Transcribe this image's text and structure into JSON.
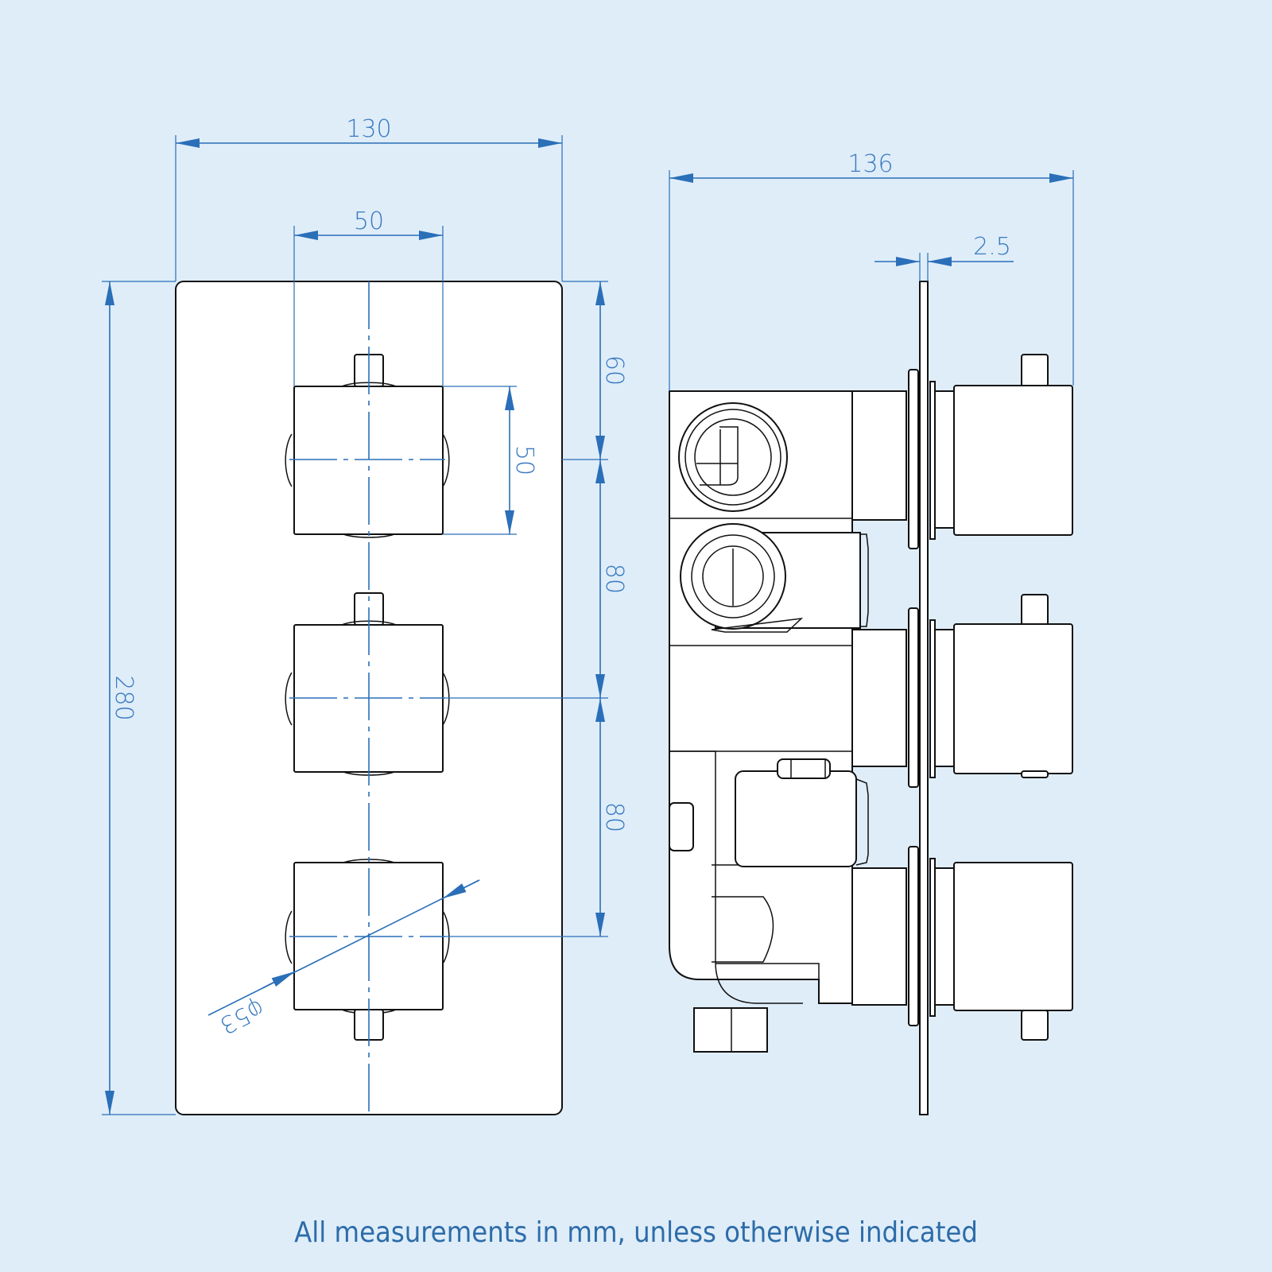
{
  "drawing": {
    "front_view": {
      "dimensions": {
        "overall_width": "130",
        "knob_width": "50",
        "overall_height": "280",
        "top_to_first_knob": "60",
        "knob_height": "50",
        "knob_spacing_1": "80",
        "knob_spacing_2": "80",
        "backplate_diameter": "φ53"
      },
      "knob_count": 3
    },
    "side_view": {
      "dimensions": {
        "overall_depth": "136",
        "plate_thickness": "2.5"
      }
    }
  },
  "footer": {
    "note": "All measurements in mm, unless otherwise indicated"
  },
  "colors": {
    "background": "#dfedf9",
    "dimension_line": "#2a6fb8",
    "text": "#2d6ca8",
    "outline": "#111111"
  }
}
